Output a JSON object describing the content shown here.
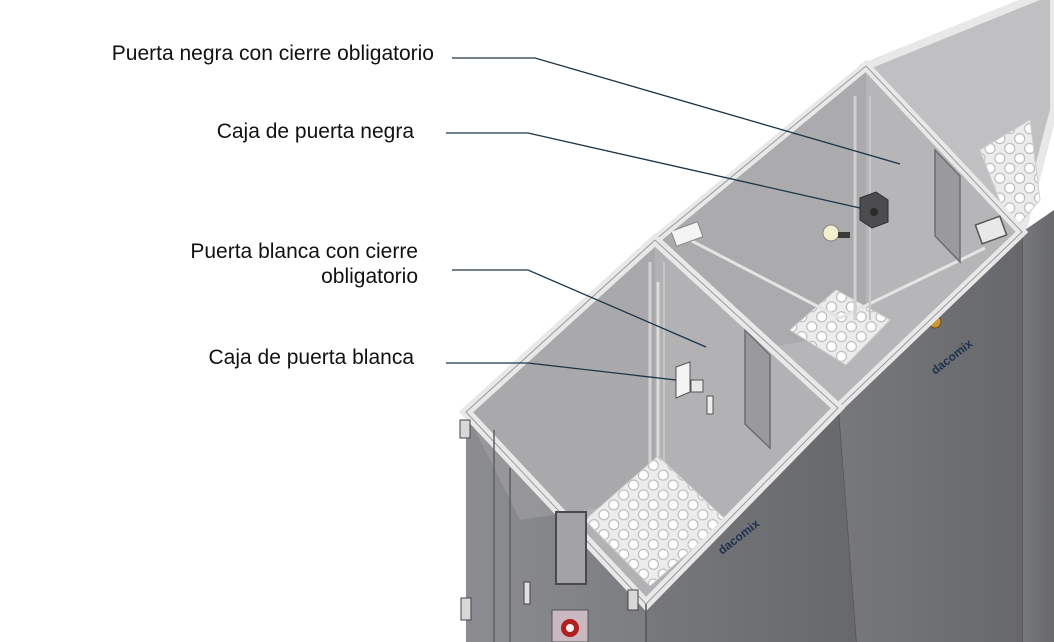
{
  "callouts": [
    {
      "id": "black-door",
      "lines": [
        "Puerta negra con cierre obligatorio"
      ]
    },
    {
      "id": "black-door-box",
      "lines": [
        "Caja de puerta negra"
      ]
    },
    {
      "id": "white-door",
      "lines": [
        "Puerta blanca con cierre",
        "obligatorio"
      ]
    },
    {
      "id": "white-door-box",
      "lines": [
        "Caja de puerta blanca"
      ]
    }
  ],
  "brand_mark": "dacomix",
  "colors": {
    "leader_line": "#1b3447",
    "panel_dark": "#6f7073",
    "panel_mid": "#8a8b8e",
    "glass_top": "#b4b4b6",
    "frame": "#e6e6e6",
    "floor_tile": "#f2f2f2"
  }
}
